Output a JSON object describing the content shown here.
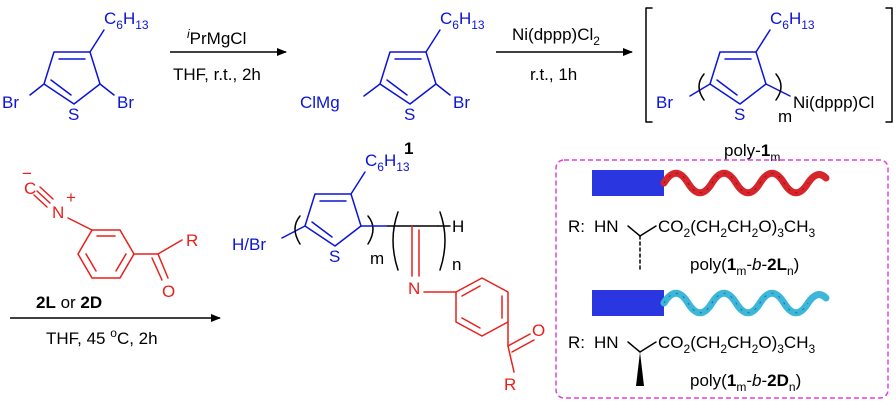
{
  "colors": {
    "black": "#000000",
    "blue": "#0b14d9",
    "red": "#e8201c",
    "helix_red": "#d6262b",
    "helix_cyan": "#3db7d9",
    "block_blue": "#2a36e0",
    "dash_magenta": "#e040e0"
  },
  "substituents": {
    "hexyl_main": "C",
    "hexyl_sub": "6",
    "hexyl_sub2": "H",
    "hexyl_sub3": "13",
    "br": "Br",
    "s": "S",
    "clmg": "ClMg"
  },
  "reaction1": {
    "reagent_prefix": "i",
    "reagent": "PrMgCl",
    "conditions": "THF, r.t., 2h"
  },
  "compound1": {
    "label": "1"
  },
  "reaction2": {
    "reagent_a": "Ni(dppp)Cl",
    "reagent_sub": "2",
    "conditions": "r.t., 1h"
  },
  "polymer1": {
    "end_group": "Ni(dppp)Cl",
    "repeat": "m",
    "label_a": "poly-",
    "label_b": "1",
    "label_c": "m"
  },
  "isocyanide": {
    "charge_minus": "−",
    "charge_plus": "+",
    "c": "C",
    "n": "N",
    "r": "R",
    "o": "O"
  },
  "reaction3": {
    "monomer_a": "2L",
    "monomer_or": " or ",
    "monomer_b": "2D",
    "conditions_a": "THF, 45 ",
    "conditions_deg": "o",
    "conditions_b": "C, 2h"
  },
  "block_copolymer": {
    "end_group": "H/Br",
    "repeat_m": "m",
    "repeat_n": "n",
    "h_end": "H",
    "n": "N",
    "r": "R",
    "o": "O"
  },
  "legend": {
    "r_label": "R:",
    "hn": "HN",
    "ester_a": "CO",
    "ester_b": "2",
    "ester_c": "(CH",
    "ester_d": "2",
    "ester_e": "CH",
    "ester_f": "2",
    "ester_g": "O)",
    "ester_h": "3",
    "ester_i": "CH",
    "ester_j": "3",
    "poly_l": {
      "a": "poly(",
      "b": "1",
      "c": "m",
      "d": "-",
      "e": "b",
      "f": "-",
      "g": "2L",
      "h": "n",
      "i": ")"
    },
    "poly_d": {
      "a": "poly(",
      "b": "1",
      "c": "m",
      "d": "-",
      "e": "b",
      "f": "-",
      "g": "2D",
      "h": "n",
      "i": ")"
    }
  }
}
